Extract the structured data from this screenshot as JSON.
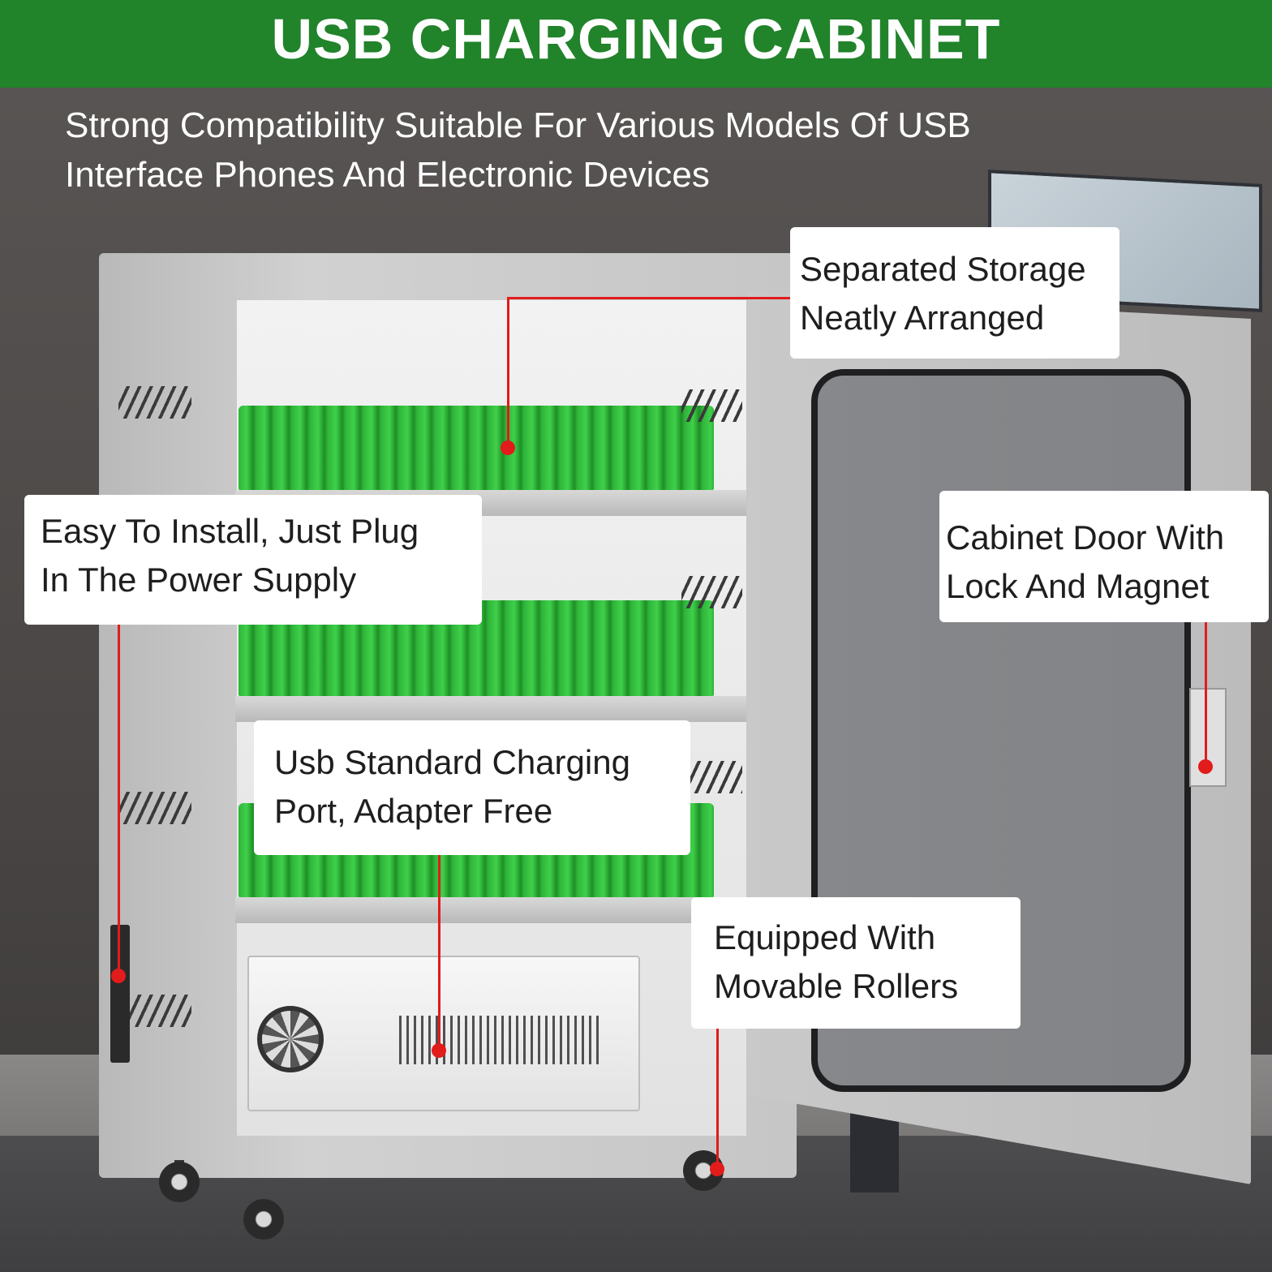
{
  "banner": {
    "title": "USB CHARGING CABINET",
    "color": "#21832a"
  },
  "subtitle": {
    "line1": "Strong Compatibility Suitable For Various Models Of USB",
    "line2": "Interface Phones And Electronic Devices"
  },
  "callouts": {
    "storage": {
      "line1": "Separated Storage",
      "line2": "Neatly Arranged"
    },
    "install": {
      "line1": "Easy To Install, Just Plug",
      "line2": "In The Power Supply"
    },
    "door": {
      "line1": "Cabinet Door With",
      "line2": "Lock And Magnet"
    },
    "usb_port": {
      "line1": "Usb Standard Charging",
      "line2": "Port, Adapter Free"
    },
    "rollers": {
      "line1": "Equipped With",
      "line2": "Movable Rollers"
    }
  },
  "colors": {
    "leader": "#e21b1b",
    "slots": "#2fb53a"
  }
}
